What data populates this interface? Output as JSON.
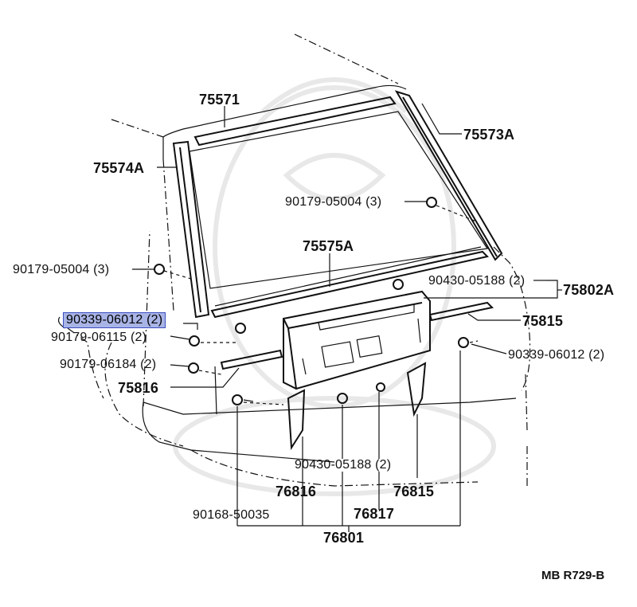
{
  "diagram_code": "MB R729-B",
  "highlighted_part": "90339-06012 (2)",
  "callouts": {
    "p75571": "75571",
    "p75573a": "75573A",
    "p75574a": "75574A",
    "p90179_05004_upper": "90179-05004 (3)",
    "p75575a": "75575A",
    "p90179_05004_left": "90179-05004 (3)",
    "p90430_05188_upper": "90430-05188 (2)",
    "p75802a": "75802A",
    "p90339_06012_left": "90339-06012 (2)",
    "p75815": "75815",
    "p90179_06115": "90179-06115 (2)",
    "p90339_06012_right": "90339-06012 (2)",
    "p90179_06184": "90179-06184 (2)",
    "p75816": "75816",
    "p90430_05188_lower": "90430-05188 (2)",
    "p76816": "76816",
    "p76815": "76815",
    "p90168_50035": "90168-50035",
    "p76817": "76817",
    "p76801": "76801"
  },
  "colors": {
    "highlight_fill": "#a9b4e6",
    "highlight_border": "#3a4cc0",
    "line": "#111111",
    "watermark": "#e8e8e8"
  }
}
